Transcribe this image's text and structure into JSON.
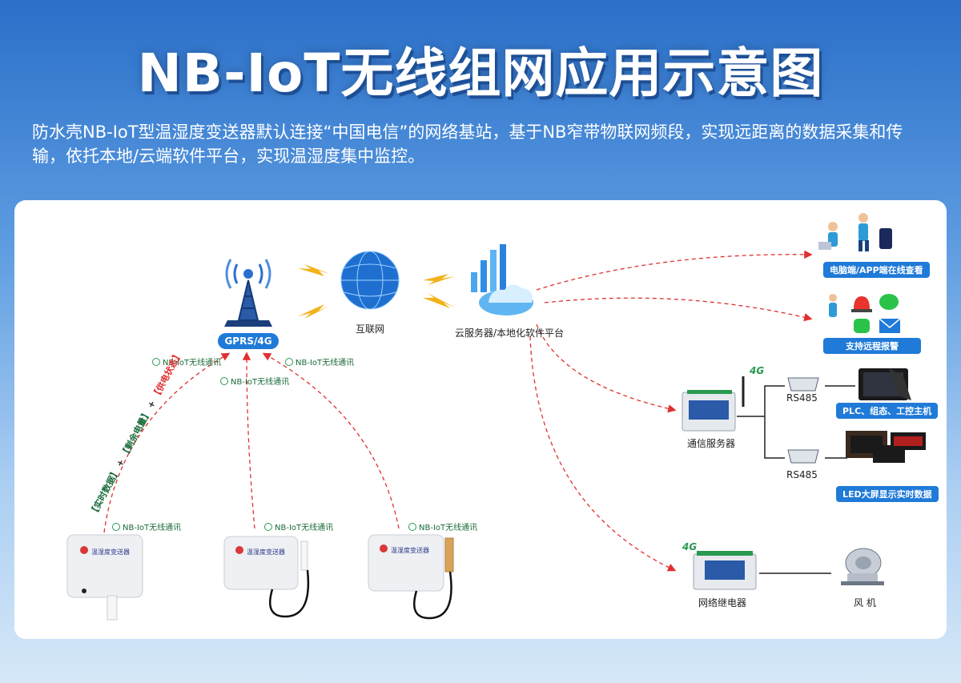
{
  "title": "NB-IoT无线组网应用示意图",
  "description": "防水壳NB-IoT型温湿度变送器默认连接“中国电信”的网络基站，基于NB窄带物联网频段，实现远距离的数据采集和传输，依托本地/云端软件平台，实现温湿度集中监控。",
  "nodes": {
    "tower_badge": "GPRS/4G",
    "internet": "互联网",
    "cloud": "云服务器/本地化软件平台",
    "pc_app_badge": "电脑端/APP端在线查看",
    "alarm_badge": "支持远程报警",
    "comm_server": "通信服务器",
    "rs485_top": "RS485",
    "rs485_bottom": "RS485",
    "plc_badge": "PLC、组态、工控主机",
    "led_badge": "LED大屏显示实时数据",
    "relay": "网络继电器",
    "fan": "风 机",
    "device_label": "温湿度变送器",
    "four_g": "4G"
  },
  "links": {
    "nb_label": "NB-IoT无线通讯"
  },
  "payload": {
    "realtime": "【实时数据】",
    "plus1": "+",
    "battery": "【剩余电量】",
    "plus2": "+",
    "power": "【供电状态】"
  },
  "colors": {
    "accent": "#1f7ad8",
    "link_red": "#e03030",
    "green": "#1b6b3a"
  }
}
